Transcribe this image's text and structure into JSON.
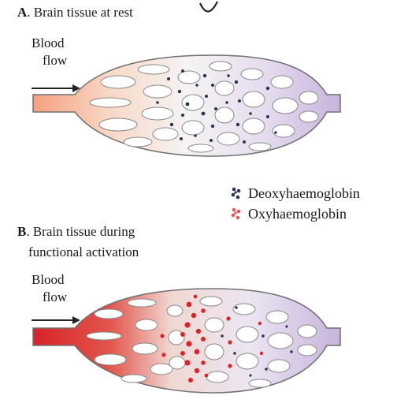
{
  "panel_a": {
    "letter": "A",
    "title": ". Brain tissue at rest",
    "flow_line1": "Blood",
    "flow_line2": "flow"
  },
  "panel_b": {
    "letter": "B",
    "title_line1": ". Brain tissue during",
    "title_line2": "functional activation",
    "flow_line1": "Blood",
    "flow_line2": "flow"
  },
  "legend": {
    "deoxy": "Deoxyhaemoglobin",
    "oxy": "Oxyhaemoglobin"
  },
  "colors": {
    "deoxy_dot": "#2b3550",
    "oxy_dot": "#d8262b",
    "arterial_rest": "#f2a58a",
    "arterial_active": "#d8232a",
    "venous": "#c8b6dc",
    "vessel_outline": "#6d6d6d"
  }
}
